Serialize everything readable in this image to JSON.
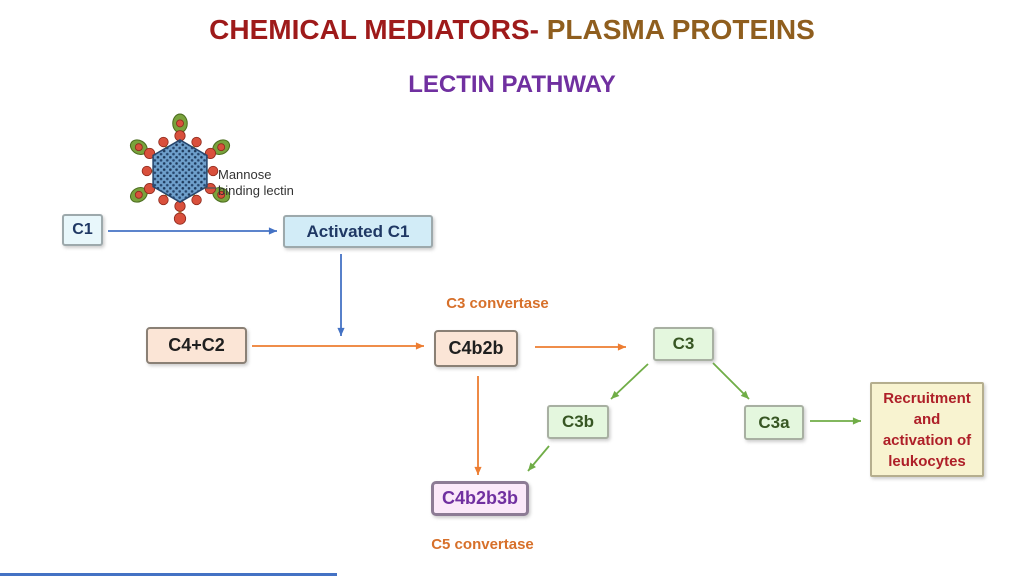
{
  "slide": {
    "title_part1": "CHEMICAL MEDIATORS-",
    "title_part2": " PLASMA PROTEINS",
    "subtitle": "LECTIN PATHWAY"
  },
  "molecule": {
    "label": "Mannose binding lectin"
  },
  "nodes": {
    "c1": {
      "label": "C1"
    },
    "activated_c1": {
      "label": "Activated C1"
    },
    "c4c2": {
      "label": "C4+C2"
    },
    "c4b2b": {
      "label": "C4b2b"
    },
    "c3": {
      "label": "C3"
    },
    "c3b": {
      "label": "C3b"
    },
    "c3a": {
      "label": "C3a"
    },
    "c4b2b3b": {
      "label": "C4b2b3b"
    },
    "recruitment": {
      "label": "Recruitment\nand\nactivation of\nleukocytes"
    }
  },
  "annotations": {
    "c3_convertase": "C3 convertase",
    "c5_convertase": "C5 convertase"
  },
  "edges": [
    {
      "from": "C1",
      "to": "Activated C1",
      "color": "#4472C4"
    },
    {
      "from": "Activated C1",
      "to": "C4+C2 / C4b2b reaction",
      "color": "#4472C4"
    },
    {
      "from": "C4+C2",
      "to": "C4b2b",
      "color": "#ED7D31"
    },
    {
      "from": "C4b2b",
      "to": "C3",
      "color": "#ED7D31"
    },
    {
      "from": "C4b2b",
      "to": "C4b2b3b",
      "color": "#ED7D31"
    },
    {
      "from": "C3",
      "to": "C3b",
      "color": "#70AD47"
    },
    {
      "from": "C3",
      "to": "C3a",
      "color": "#70AD47"
    },
    {
      "from": "C3b",
      "to": "C4b2b3b",
      "color": "#70AD47"
    },
    {
      "from": "C3a",
      "to": "Recruitment and activation of leukocytes",
      "color": "#70AD47"
    }
  ],
  "colors": {
    "title_red": "#9E1A1A",
    "title_brown": "#8F5E1E",
    "subtitle_purple": "#7030A0",
    "blue_arrow": "#4472C4",
    "orange_arrow": "#ED7D31",
    "green_arrow": "#70AD47",
    "convertase_text": "#D7702A",
    "blue_box_fill": "#D2ECF7",
    "peach_box_fill": "#FBE5D6",
    "green_box_fill": "#E4F7DE",
    "yellow_box_fill": "#F8F3D0",
    "pink_box_fill": "#FBE9F9",
    "recruitment_text": "#AE1F28",
    "pink_text": "#7030A0",
    "navy_text": "#1F3864"
  }
}
